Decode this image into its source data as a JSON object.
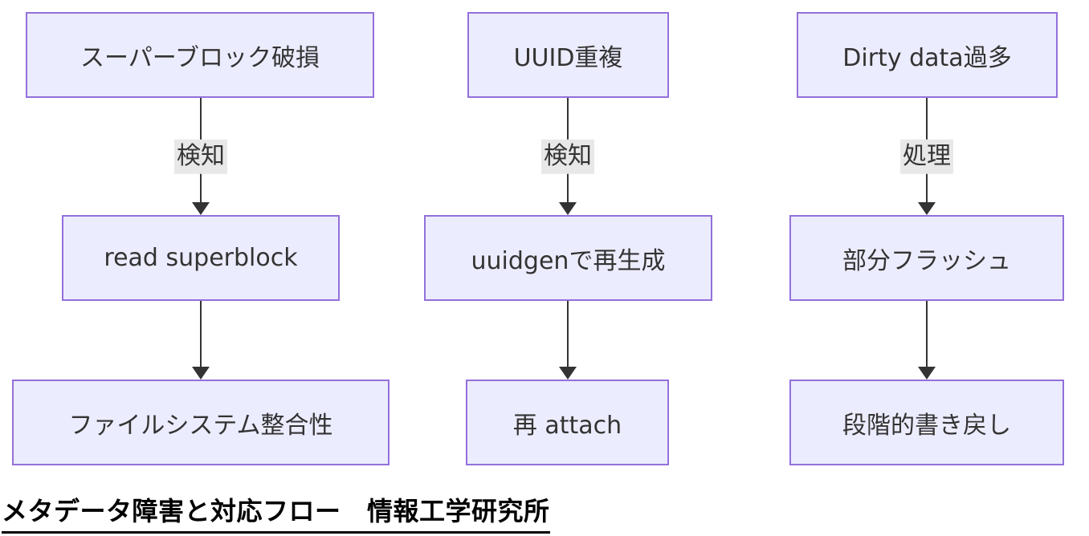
{
  "diagram": {
    "columns": [
      {
        "top": "スーパーブロック破損",
        "edge_label": "検知",
        "middle": "read superblock",
        "bottom": "ファイルシステム整合性"
      },
      {
        "top": "UUID重複",
        "edge_label": "検知",
        "middle": "uuidgenで再生成",
        "bottom": "再 attach"
      },
      {
        "top": "Dirty data過多",
        "edge_label": "処理",
        "middle": "部分フラッシュ",
        "bottom": "段階的書き戻し"
      }
    ],
    "caption": "メタデータ障害と対応フロー　情報工学研究所",
    "colors": {
      "node_fill": "#ECECFF",
      "node_border": "#9370DB",
      "edge": "#333333",
      "edge_label_bg": "#e8e8e8",
      "text": "#333333",
      "caption_text": "#000000"
    }
  }
}
